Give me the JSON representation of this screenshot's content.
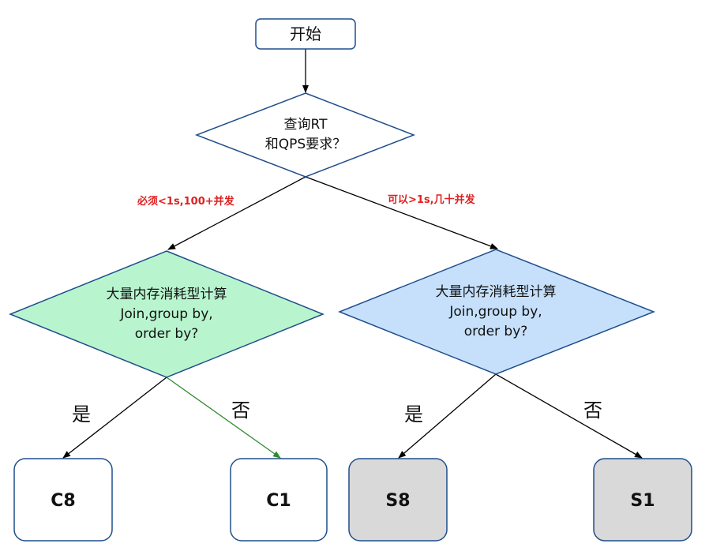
{
  "start": {
    "label": "开始"
  },
  "decision_rt": {
    "line1": "查询RT",
    "line2": "和QPS要求？"
  },
  "branch_left_label": "必须<1s,100+并发",
  "branch_right_label": "可以>1s,几十并发",
  "decision_left": {
    "line1": "大量内存消耗型计算",
    "line2": "Join,group by,",
    "line3": "order by?"
  },
  "decision_right": {
    "line1": "大量内存消耗型计算",
    "line2": "Join,group by,",
    "line3": "order by?"
  },
  "yes_label": "是",
  "no_label": "否",
  "leaves": {
    "c8": "C8",
    "c1": "C1",
    "s8": "S8",
    "s1": "S1"
  },
  "colors": {
    "border": "#1f4e8c",
    "green_fill": "#b8f5cf",
    "blue_fill": "#c6e0fb",
    "gray_fill": "#d9d9d9",
    "green_edge": "#2e8b2e",
    "red_text": "#e02020"
  }
}
